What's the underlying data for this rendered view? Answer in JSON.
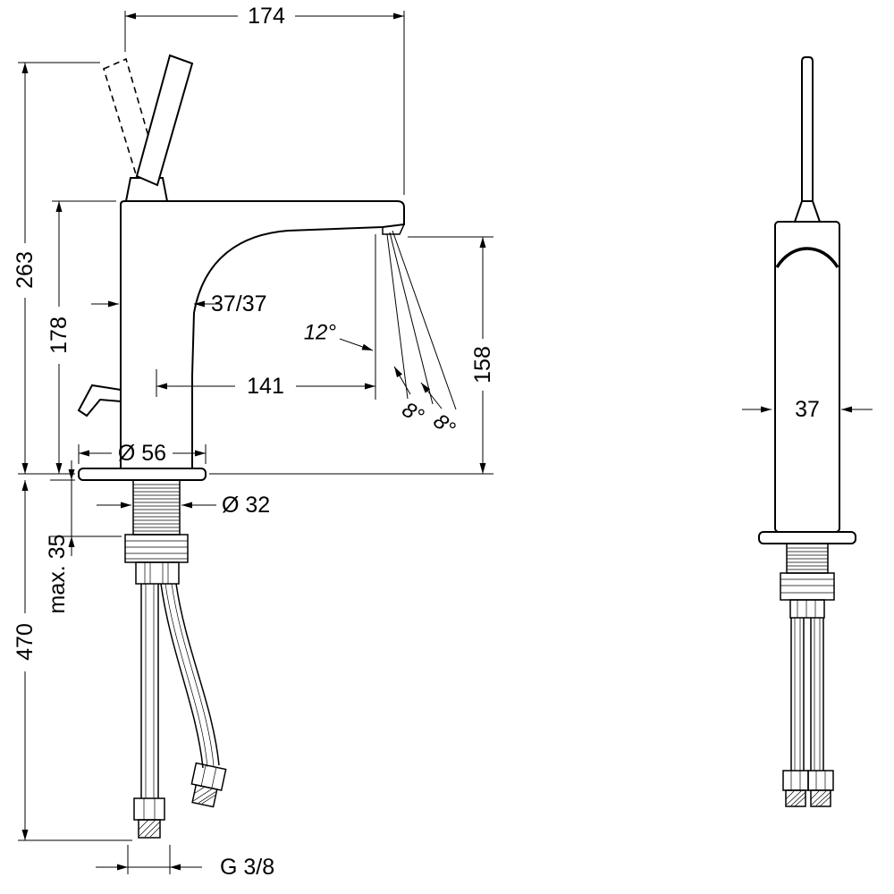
{
  "page": {
    "background": "#ffffff",
    "line_color": "#000000"
  },
  "front_view": {
    "width_top": "174",
    "height_overall": "263",
    "height_body": "178",
    "body_width": "37/37",
    "spout_reach": "141",
    "angle_spray": "12°",
    "angle_8_first": "8°",
    "angle_8_second": "8°",
    "height_outlet": "158",
    "base_diameter": "Ø 56",
    "shank_diameter": "Ø 32",
    "max_mounting_thickness": "max. 35",
    "hose_length": "470",
    "connection_thread": "G 3/8"
  },
  "side_view": {
    "body_depth": "37"
  }
}
